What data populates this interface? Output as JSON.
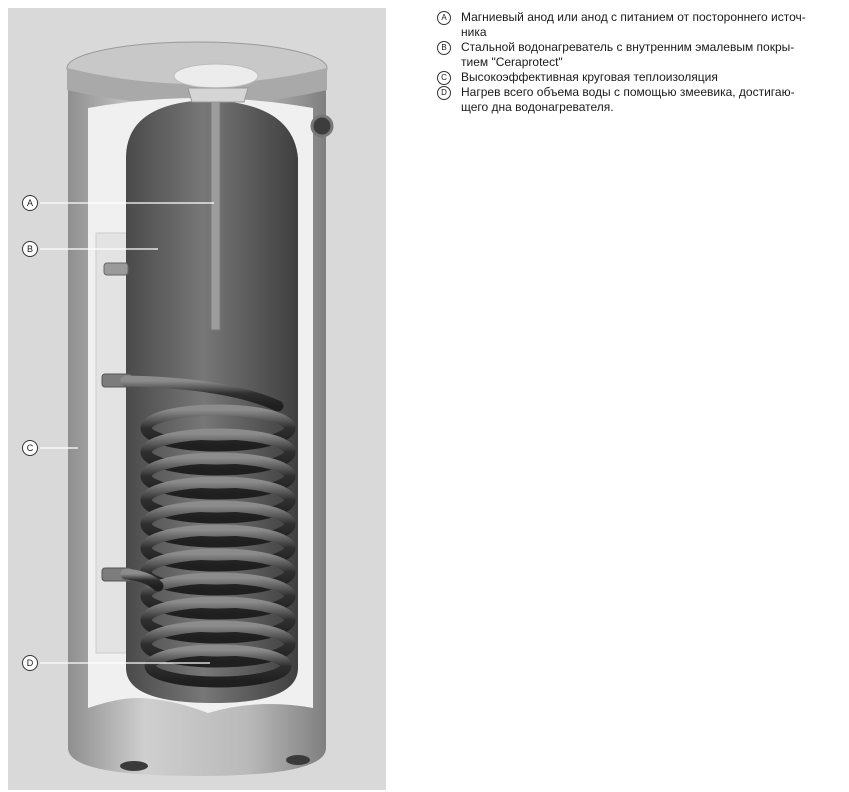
{
  "legend": {
    "items": [
      {
        "marker": "A",
        "text": "Магниевый анод или анод с питанием от постороннего источ-\nника"
      },
      {
        "marker": "B",
        "text": "Стальной водонагреватель с внутренним эмалевым покры-\nтием \"Ceraprotect\""
      },
      {
        "marker": "C",
        "text": "Высокоэффективная круговая теплоизоляция"
      },
      {
        "marker": "D",
        "text": "Нагрев всего объема воды с помощью змеевика, достигаю-\nщего дна водонагревателя."
      }
    ]
  },
  "callouts": {
    "a": "A",
    "b": "B",
    "c": "C",
    "d": "D"
  },
  "colors": {
    "background": "#d9d9d9",
    "shell": "#b8b8b8",
    "insulation": "#f2f2f2",
    "tank_inner": "#5a5a5a",
    "coil": "#3a3a3a"
  }
}
